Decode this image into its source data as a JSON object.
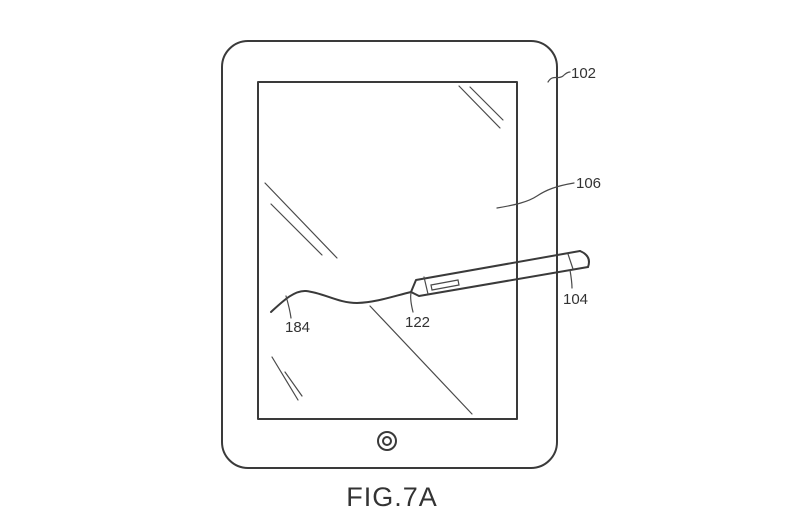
{
  "figure": {
    "caption": "FIG.7A",
    "labels": {
      "device": "102",
      "display": "106",
      "stylus": "104",
      "tip": "122",
      "stroke": "184"
    }
  }
}
